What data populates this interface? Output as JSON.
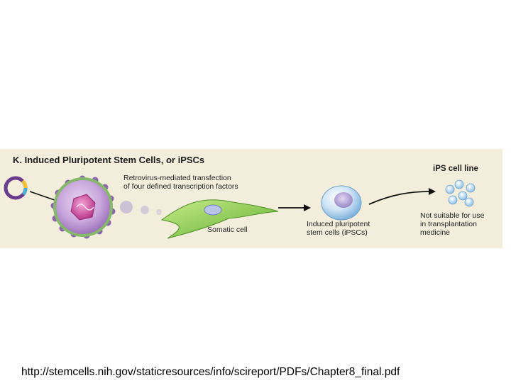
{
  "panel": {
    "title": "K. Induced Pluripotent Stem Cells, or iPSCs",
    "labels": {
      "transfection": [
        "Retrovirus-mediated transfection",
        "of four defined transcription factors"
      ],
      "somatic_cell": "Somatic cell",
      "ipsc": [
        "Induced pluripotent",
        "stem cells (iPSCs)"
      ],
      "cell_line": "iPS cell line",
      "not_suitable": [
        "Not suitable for use",
        "in transplantation",
        "medicine"
      ]
    },
    "icons": [
      "plasmid-icon",
      "retrovirus-icon",
      "somatic-cell-icon",
      "ipsc-icon",
      "ips-cell-cluster-icon"
    ],
    "colors": {
      "background": "#f3eedc",
      "virus": "#a886c2",
      "somatic_cell": "#8fcf4f",
      "stem_cell": "#9cc8e8"
    }
  },
  "footer": {
    "source_url": "http://stemcells.nih.gov/staticresources/info/scireport/PDFs/Chapter8_final.pdf"
  }
}
